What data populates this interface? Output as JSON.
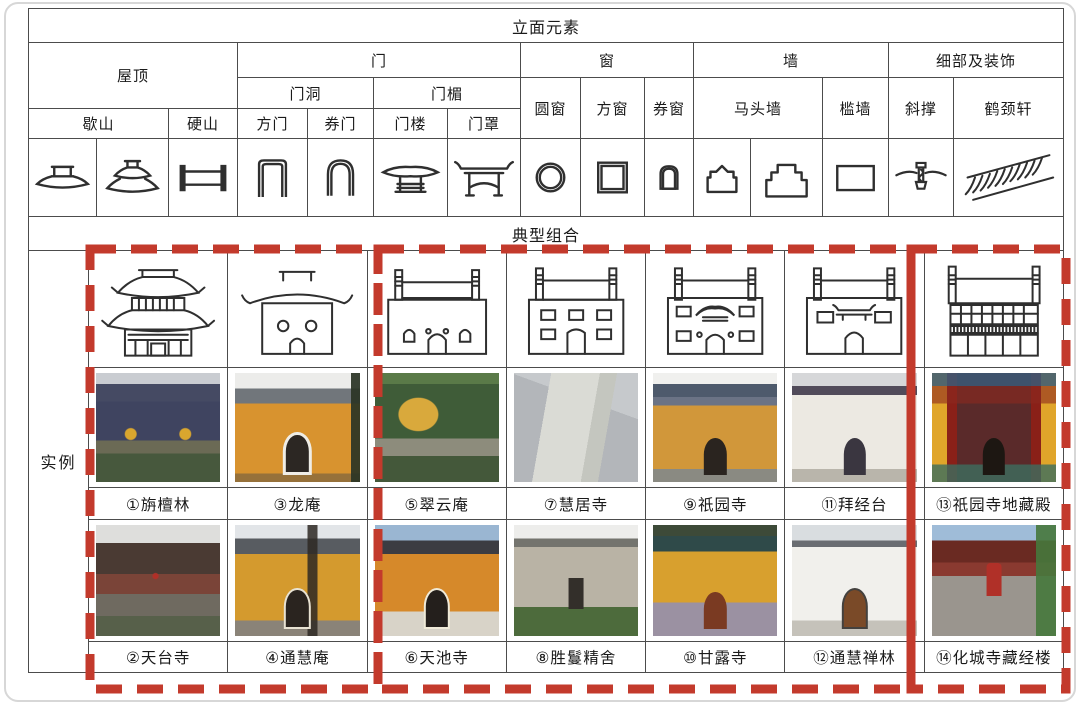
{
  "header": {
    "title": "立面元素",
    "groups": {
      "roof": "屋顶",
      "door": "门",
      "window": "窗",
      "wall": "墙",
      "detail": "细部及装饰"
    },
    "sub": {
      "door_opening": "门洞",
      "door_lintel": "门楣"
    },
    "leaf": {
      "xieshan": "歇山",
      "yingshan": "硬山",
      "fangmen": "方门",
      "quanmen": "券门",
      "menlou": "门楼",
      "menzhao": "门罩",
      "yuanchuang": "圆窗",
      "fangchuang": "方窗",
      "quanchuang": "券窗",
      "matouqiang": "马头墙",
      "kanqiang": "槛墙",
      "xiecheng": "斜撑",
      "hejingxuan": "鹤颈轩"
    }
  },
  "combos": {
    "title": "典型组合",
    "row_label": "实例"
  },
  "examples": {
    "row1": [
      {
        "label": "①旃檀林"
      },
      {
        "label": "③龙庵"
      },
      {
        "label": "⑤翠云庵"
      },
      {
        "label": "⑦慧居寺"
      },
      {
        "label": "⑨祇园寺"
      },
      {
        "label": "⑪拜经台"
      },
      {
        "label": "⑬祇园寺地藏殿"
      }
    ],
    "row2": [
      {
        "label": "②天台寺"
      },
      {
        "label": "④通慧庵"
      },
      {
        "label": "⑥天池寺"
      },
      {
        "label": "⑧胜鬘精舍"
      },
      {
        "label": "⑩甘露寺"
      },
      {
        "label": "⑫通慧禅林"
      },
      {
        "label": "⑭化城寺藏经楼"
      }
    ]
  },
  "icon_names": [
    "xieshan-roof-icon-1",
    "xieshan-roof-icon-2",
    "yingshan-roof-icon",
    "square-door-icon",
    "arched-door-icon",
    "gate-tower-icon",
    "door-canopy-icon",
    "round-window-icon",
    "square-window-icon",
    "arched-window-icon",
    "horsehead-wall-icon-1",
    "horsehead-wall-icon-2",
    "sill-wall-icon",
    "diagonal-brace-icon",
    "crane-neck-eave-icon"
  ],
  "colors": {
    "dashed_accent": "#c33a2c",
    "grid_line": "#4c4c4c",
    "text": "#1a1a1a"
  }
}
